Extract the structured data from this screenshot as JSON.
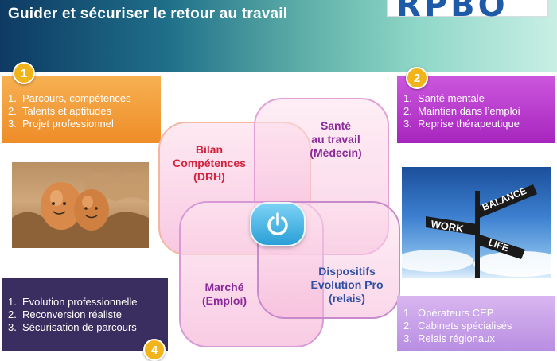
{
  "header": {
    "title": "Guider et sécuriser le retour au travail",
    "logo_text": "RPBO"
  },
  "boxes": {
    "top_left": {
      "badge": "1",
      "items": [
        {
          "num": "1.",
          "text": "Parcours, compétences"
        },
        {
          "num": "2.",
          "text": "Talents et aptitudes"
        },
        {
          "num": "3.",
          "text": "Projet professionnel"
        }
      ]
    },
    "top_right": {
      "badge": "2",
      "items": [
        {
          "num": "1.",
          "text": "Santé mentale"
        },
        {
          "num": "2.",
          "text": "Maintien dans l’emploi"
        },
        {
          "num": "3.",
          "text": "Reprise thérapeutique"
        }
      ]
    },
    "bottom_left": {
      "badge": "4",
      "items": [
        {
          "num": "1.",
          "text": "Evolution professionnelle"
        },
        {
          "num": "2.",
          "text": "Reconversion réaliste"
        },
        {
          "num": "3.",
          "text": "Sécurisation de parcours"
        }
      ]
    },
    "bottom_right": {
      "items": [
        {
          "num": "1.",
          "text": "Opérateurs CEP"
        },
        {
          "num": "2.",
          "text": "Cabinets spécialisés"
        },
        {
          "num": "3.",
          "text": "Relais régionaux"
        }
      ]
    }
  },
  "venn": {
    "bilan": {
      "line1": "Bilan",
      "line2": "Compétences",
      "line3": "(DRH)"
    },
    "sante": {
      "line1": "Santé",
      "line2": "au travail",
      "line3": "(Médecin)"
    },
    "marche": {
      "line1": "Marché",
      "line2": "(Emploi)"
    },
    "dispositifs": {
      "line1": "Dispositifs",
      "line2": "Evolution Pro",
      "line3": "(relais)"
    },
    "center_icon": "power-icon"
  },
  "photos": {
    "eggs": {
      "icon": "eggs-photo"
    },
    "signpost": {
      "sign_work": "WORK",
      "sign_balance": "BALANCE",
      "sign_life": "LIFE"
    }
  },
  "colors": {
    "orange": "#f0952e",
    "magenta": "#b83ad0",
    "navy": "#3a2d60",
    "lilac": "#c7a0e8",
    "badge": "#f2b41b",
    "label_red": "#d4213d",
    "label_blue": "#2e4fa3",
    "label_purple": "#8a2a9a"
  }
}
